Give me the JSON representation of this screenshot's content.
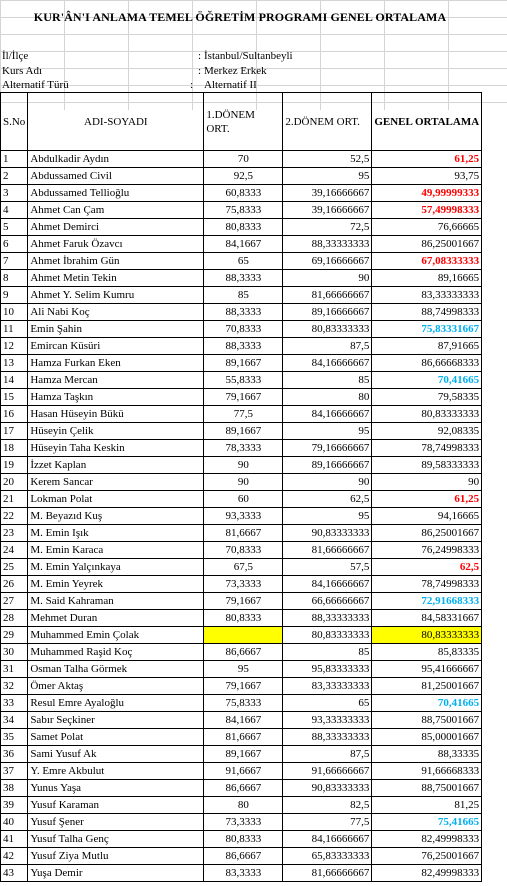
{
  "title": "KUR'ÂN'I ANLAMA TEMEL ÖĞRETİM PROGRAMI GENEL ORTALAMA",
  "info": [
    {
      "label": "İl/İlçe",
      "sep": ":",
      "value": "İstanbul/Sultanbeyli"
    },
    {
      "label": "Kurs Adı",
      "sep": ":",
      "value": "Merkez Erkek"
    },
    {
      "label": "Alternatif Türü",
      "sep": ":",
      "value": "Alternatif II"
    }
  ],
  "headers": {
    "no": "S.No",
    "name": "ADI-SOYADI",
    "d1": "1.DÖNEM ORT.",
    "d2": "2.DÖNEM ORT.",
    "avg": "GENEL ORTALAMA"
  },
  "rows": [
    {
      "no": "1",
      "name": "Abdulkadir Aydın",
      "d1": "70",
      "d2": "52,5",
      "avg": "61,25",
      "style": "red"
    },
    {
      "no": "2",
      "name": "Abdussamed Civil",
      "d1": "92,5",
      "d2": "95",
      "avg": "93,75",
      "style": ""
    },
    {
      "no": "3",
      "name": "Abdussamed Tellioğlu",
      "d1": "60,8333",
      "d2": "39,16666667",
      "avg": "49,99999333",
      "style": "red"
    },
    {
      "no": "4",
      "name": "Ahmet Can Çam",
      "d1": "75,8333",
      "d2": "39,16666667",
      "avg": "57,49998333",
      "style": "red"
    },
    {
      "no": "5",
      "name": "Ahmet Demirci",
      "d1": "80,8333",
      "d2": "72,5",
      "avg": "76,66665",
      "style": ""
    },
    {
      "no": "6",
      "name": "Ahmet Faruk Özavcı",
      "d1": "84,1667",
      "d2": "88,33333333",
      "avg": "86,25001667",
      "style": ""
    },
    {
      "no": "7",
      "name": "Ahmet İbrahim Gün",
      "d1": "65",
      "d2": "69,16666667",
      "avg": "67,08333333",
      "style": "red"
    },
    {
      "no": "8",
      "name": "Ahmet Metin Tekin",
      "d1": "88,3333",
      "d2": "90",
      "avg": "89,16665",
      "style": ""
    },
    {
      "no": "9",
      "name": "Ahmet Y. Selim Kumru",
      "d1": "85",
      "d2": "81,66666667",
      "avg": "83,33333333",
      "style": ""
    },
    {
      "no": "10",
      "name": "Ali Nabi Koç",
      "d1": "88,3333",
      "d2": "89,16666667",
      "avg": "88,74998333",
      "style": ""
    },
    {
      "no": "11",
      "name": "Emin Şahin",
      "d1": "70,8333",
      "d2": "80,83333333",
      "avg": "75,83331667",
      "style": "cyan"
    },
    {
      "no": "12",
      "name": "Emircan Küsüri",
      "d1": "88,3333",
      "d2": "87,5",
      "avg": "87,91665",
      "style": ""
    },
    {
      "no": "13",
      "name": "Hamza Furkan Eken",
      "d1": "89,1667",
      "d2": "84,16666667",
      "avg": "86,66668333",
      "style": ""
    },
    {
      "no": "14",
      "name": "Hamza Mercan",
      "d1": "55,8333",
      "d2": "85",
      "avg": "70,41665",
      "style": "cyan"
    },
    {
      "no": "15",
      "name": "Hamza Taşkın",
      "d1": "79,1667",
      "d2": "80",
      "avg": "79,58335",
      "style": ""
    },
    {
      "no": "16",
      "name": "Hasan Hüseyin Bükü",
      "d1": "77,5",
      "d2": "84,16666667",
      "avg": "80,83333333",
      "style": ""
    },
    {
      "no": "17",
      "name": "Hüseyin Çelik",
      "d1": "89,1667",
      "d2": "95",
      "avg": "92,08335",
      "style": ""
    },
    {
      "no": "18",
      "name": "Hüseyin Taha Keskin",
      "d1": "78,3333",
      "d2": "79,16666667",
      "avg": "78,74998333",
      "style": ""
    },
    {
      "no": "19",
      "name": "İzzet Kaplan",
      "d1": "90",
      "d2": "89,16666667",
      "avg": "89,58333333",
      "style": ""
    },
    {
      "no": "20",
      "name": "Kerem Sancar",
      "d1": "90",
      "d2": "90",
      "avg": "90",
      "style": ""
    },
    {
      "no": "21",
      "name": "Lokman Polat",
      "d1": "60",
      "d2": "62,5",
      "avg": "61,25",
      "style": "red"
    },
    {
      "no": "22",
      "name": "M. Beyazıd Kuş",
      "d1": "93,3333",
      "d2": "95",
      "avg": "94,16665",
      "style": ""
    },
    {
      "no": "23",
      "name": "M. Emin Işık",
      "d1": "81,6667",
      "d2": "90,83333333",
      "avg": "86,25001667",
      "style": ""
    },
    {
      "no": "24",
      "name": "M. Emin Karaca",
      "d1": "70,8333",
      "d2": "81,66666667",
      "avg": "76,24998333",
      "style": ""
    },
    {
      "no": "25",
      "name": "M. Emin Yalçınkaya",
      "d1": "67,5",
      "d2": "57,5",
      "avg": "62,5",
      "style": "red"
    },
    {
      "no": "26",
      "name": "M. Emin Yeyrek",
      "d1": "73,3333",
      "d2": "84,16666667",
      "avg": "78,74998333",
      "style": ""
    },
    {
      "no": "27",
      "name": "M. Said Kahraman",
      "d1": "79,1667",
      "d2": "66,66666667",
      "avg": "72,91668333",
      "style": "cyan"
    },
    {
      "no": "28",
      "name": "Mehmet Duran",
      "d1": "80,8333",
      "d2": "88,33333333",
      "avg": "84,58331667",
      "style": ""
    },
    {
      "no": "29",
      "name": "Muhammed Emin Çolak",
      "d1": "",
      "d2": "80,83333333",
      "avg": "80,83333333",
      "style": "",
      "highlight": true
    },
    {
      "no": "30",
      "name": "Muhammed Raşid Koç",
      "d1": "86,6667",
      "d2": "85",
      "avg": "85,83335",
      "style": ""
    },
    {
      "no": "31",
      "name": "Osman Talha Görmek",
      "d1": "95",
      "d2": "95,83333333",
      "avg": "95,41666667",
      "style": ""
    },
    {
      "no": "32",
      "name": "Ömer Aktaş",
      "d1": "79,1667",
      "d2": "83,33333333",
      "avg": "81,25001667",
      "style": ""
    },
    {
      "no": "33",
      "name": "Resul Emre Ayaloğlu",
      "d1": "75,8333",
      "d2": "65",
      "avg": "70,41665",
      "style": "cyan"
    },
    {
      "no": "34",
      "name": "Sabır Seçkiner",
      "d1": "84,1667",
      "d2": "93,33333333",
      "avg": "88,75001667",
      "style": ""
    },
    {
      "no": "35",
      "name": "Samet Polat",
      "d1": "81,6667",
      "d2": "88,33333333",
      "avg": "85,00001667",
      "style": ""
    },
    {
      "no": "36",
      "name": "Sami Yusuf Ak",
      "d1": "89,1667",
      "d2": "87,5",
      "avg": "88,33335",
      "style": ""
    },
    {
      "no": "37",
      "name": "Y. Emre Akbulut",
      "d1": "91,6667",
      "d2": "91,66666667",
      "avg": "91,66668333",
      "style": ""
    },
    {
      "no": "38",
      "name": "Yunus Yaşa",
      "d1": "86,6667",
      "d2": "90,83333333",
      "avg": "88,75001667",
      "style": ""
    },
    {
      "no": "39",
      "name": "Yusuf Karaman",
      "d1": "80",
      "d2": "82,5",
      "avg": "81,25",
      "style": ""
    },
    {
      "no": "40",
      "name": "Yusuf Şener",
      "d1": "73,3333",
      "d2": "77,5",
      "avg": "75,41665",
      "style": "cyan"
    },
    {
      "no": "41",
      "name": "Yusuf Talha Genç",
      "d1": "80,8333",
      "d2": "84,16666667",
      "avg": "82,49998333",
      "style": ""
    },
    {
      "no": "42",
      "name": "Yusuf Ziya Mutlu",
      "d1": "86,6667",
      "d2": "65,83333333",
      "avg": "76,25001667",
      "style": ""
    },
    {
      "no": "43",
      "name": "Yuşa Demir",
      "d1": "83,3333",
      "d2": "81,66666667",
      "avg": "82,49998333",
      "style": ""
    }
  ],
  "colors": {
    "low": "#ff0000",
    "mid": "#00b0f0",
    "highlight": "#ffff00"
  }
}
